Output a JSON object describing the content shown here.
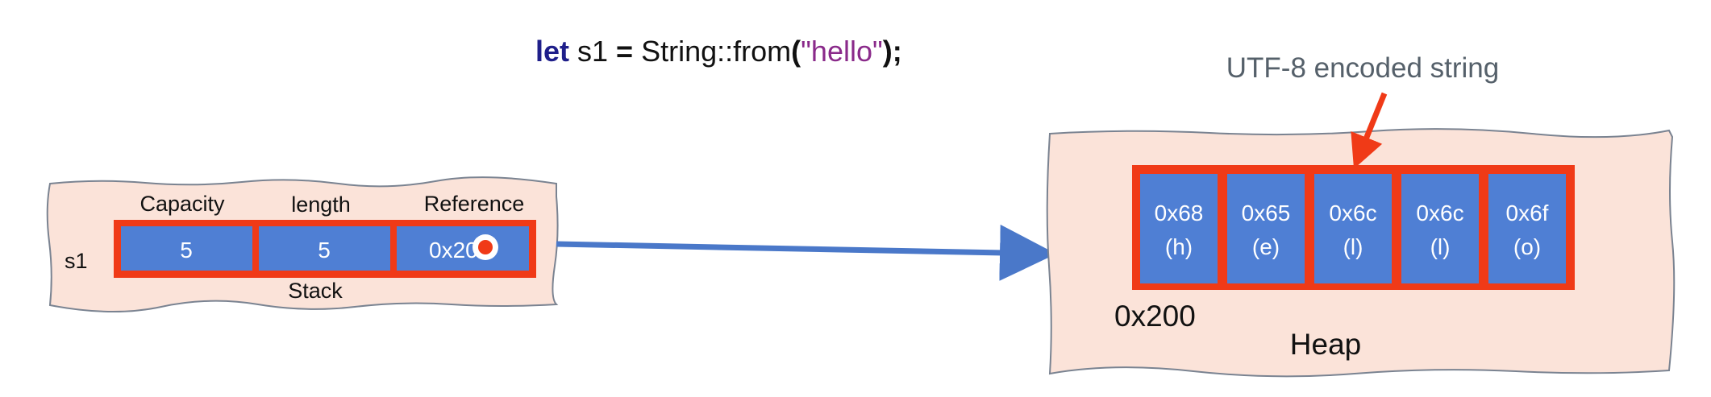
{
  "code": {
    "keyword": "let",
    "variable": "s1",
    "equals": "=",
    "type_name": "String",
    "path_sep": "::",
    "method": "from",
    "open_paren": "(",
    "string_literal": "\"hello\"",
    "close_paren": ");"
  },
  "stack": {
    "title": "Stack",
    "var_label": "s1",
    "fields": [
      {
        "header": "Capacity",
        "value": "5"
      },
      {
        "header": "length",
        "value": "5"
      },
      {
        "header": "Reference",
        "value": "0x20"
      }
    ]
  },
  "heap": {
    "title": "Heap",
    "address": "0x200",
    "annotation": "UTF-8 encoded string",
    "bytes": [
      {
        "hex": "0x68",
        "char": "(h)"
      },
      {
        "hex": "0x65",
        "char": "(e)"
      },
      {
        "hex": "0x6c",
        "char": "(l)"
      },
      {
        "hex": "0x6c",
        "char": "(l)"
      },
      {
        "hex": "0x6f",
        "char": "(o)"
      }
    ]
  },
  "colors": {
    "panel_fill": "#fbe3d9",
    "panel_border": "#7a8391",
    "cell_fill": "#4f7fd4",
    "cell_border": "#f03a17",
    "pointer_arrow": "#4a78c9",
    "annotation_arrow": "#f03a17"
  }
}
